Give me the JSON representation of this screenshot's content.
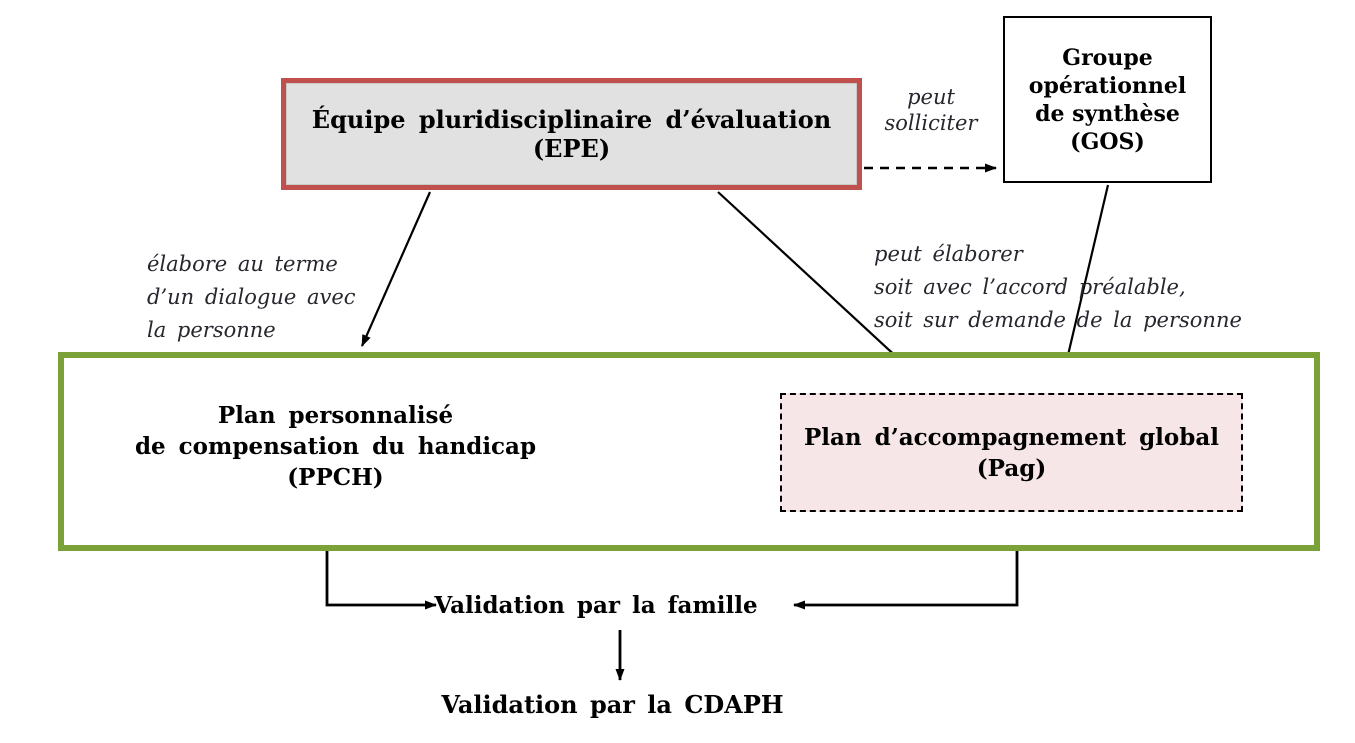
{
  "diagram": {
    "epe": {
      "line1": "Équipe pluridisciplinaire d’évaluation",
      "line2": "(EPE)"
    },
    "gos": {
      "line1": "Groupe",
      "line2": "opérationnel",
      "line3": "de synthèse",
      "line4": "(GOS)"
    },
    "ppch": {
      "line1": "Plan personnalisé",
      "line2": "de compensation du handicap",
      "line3": "(PPCH)"
    },
    "pag": {
      "line1": "Plan d’accompagnement global",
      "line2": "(Pag)"
    },
    "labels": {
      "peut_solliciter": {
        "line1": "peut",
        "line2": "solliciter"
      },
      "elabore": {
        "line1": "élabore au terme",
        "line2": "d’un dialogue avec",
        "line3": "la personne"
      },
      "peut_elaborer": {
        "line1": "peut élaborer",
        "line2": "soit avec l’accord préalable,",
        "line3": "soit sur demande de la personne"
      }
    },
    "validation_famille": "Validation par la famille",
    "validation_cdaph": "Validation par la CDAPH",
    "colors": {
      "epe_border": "#C0504D",
      "epe_fill": "#E1E1E1",
      "green_border": "#7AA239",
      "pag_fill": "#F7E6E8",
      "line": "#000000"
    }
  }
}
